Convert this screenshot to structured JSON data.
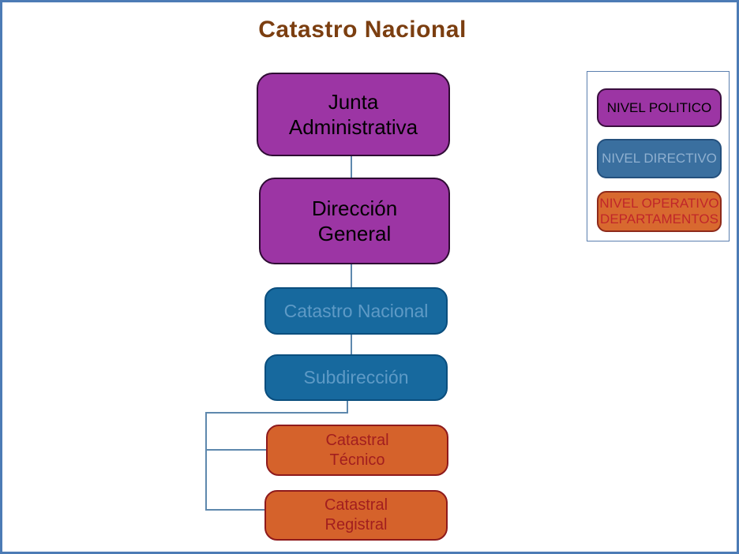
{
  "title": "Catastro Nacional",
  "org": {
    "nodes": [
      {
        "label": "Junta\nAdministrativa",
        "level": "politico"
      },
      {
        "label": "Dirección\nGeneral",
        "level": "politico"
      },
      {
        "label": "Catastro Nacional",
        "level": "directivo"
      },
      {
        "label": "Subdirección",
        "level": "directivo"
      },
      {
        "label": "Catastral\nTécnico",
        "level": "operativo"
      },
      {
        "label": "Catastral\nRegistral",
        "level": "operativo"
      }
    ]
  },
  "legend": {
    "items": [
      {
        "label": "NIVEL POLITICO",
        "level": "politico"
      },
      {
        "label": "NIVEL DIRECTIVO",
        "level": "directivo"
      },
      {
        "label": "NIVEL OPERATIVO\nDEPARTAMENTOS",
        "level": "operativo"
      }
    ]
  },
  "colors": {
    "politico_fill": "#9c35a4",
    "politico_border": "#2e0b33",
    "politico_text": "#000000",
    "directivo_fill": "#17699e",
    "directivo_border": "#0a4e7e",
    "directivo_text": "#5e9ac6",
    "operativo_fill": "#d5622b",
    "operativo_border": "#8e1a1c",
    "operativo_text": "#a21e1f",
    "legend_directivo_fill": "#3a6f9f",
    "legend_directivo_text": "#8fb0d0",
    "legend_operativo_fill": "#d8692f",
    "legend_operativo_text": "#c0262a",
    "connector_line": "#5e88ad",
    "frame_border": "#4c7bb5",
    "title_text": "#7b3e10"
  }
}
